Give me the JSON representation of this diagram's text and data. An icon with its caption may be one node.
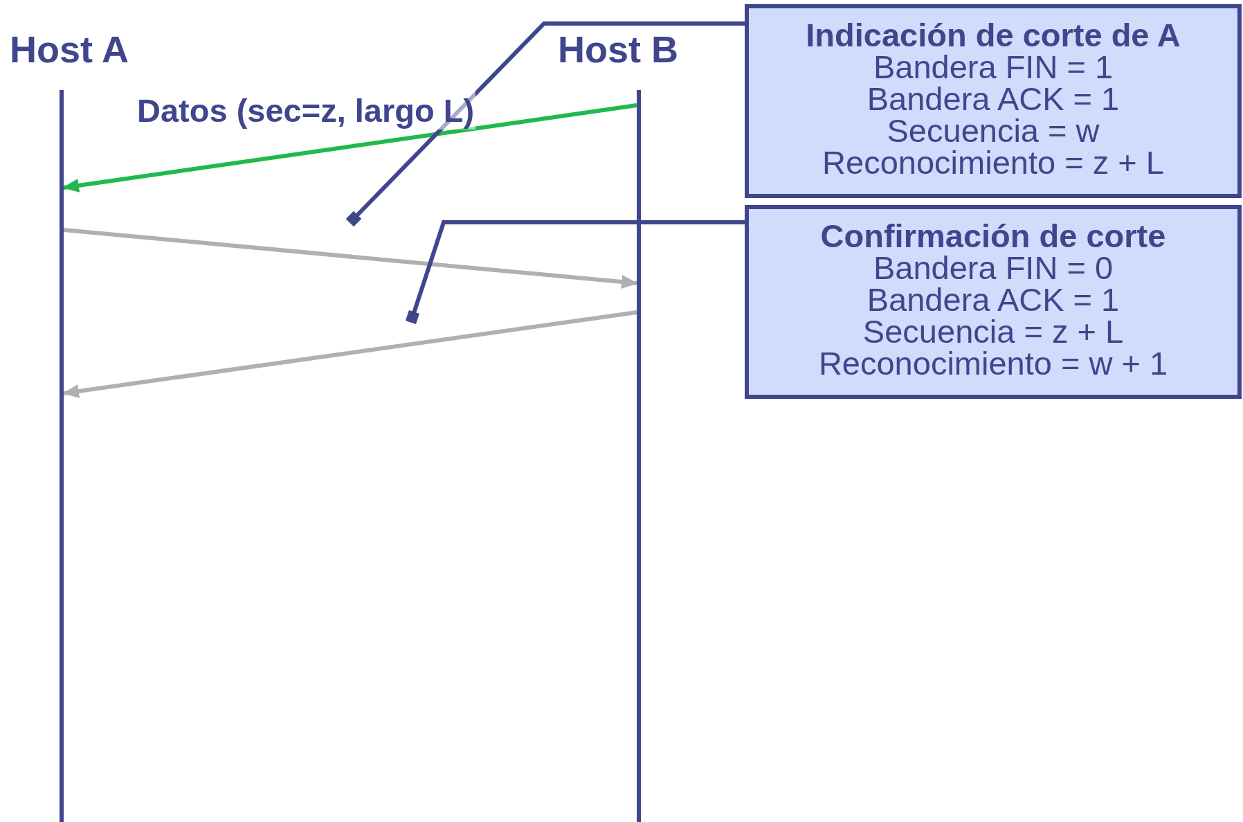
{
  "diagram": {
    "nodes": [
      {
        "text": [
          "Host A"
        ]
      },
      {
        "text": [
          "Host B"
        ]
      },
      {
        "text": [],
        "shape": "bar"
      },
      {
        "text": [],
        "shape": "bar"
      },
      {
        "text": [
          "Indicación de corte de A",
          "Bandera FIN = 1",
          "Bandera ACK = 1",
          "Secuencia = w",
          "Reconocimiento = z + L"
        ]
      },
      {
        "text": [
          "Confirmación de corte",
          "Bandera FIN = 0",
          "Bandera ACK = 1",
          "Secuencia = z + L",
          "Reconocimiento = w + 1"
        ]
      }
    ],
    "edges": [
      {
        "from": 3,
        "to": 2,
        "arrow": "to",
        "label": "Datos (sec=z, largo L)",
        "color": "#22b84f"
      },
      {
        "from": 2,
        "to": 3,
        "arrow": "to",
        "color": "#b0b0b0"
      },
      {
        "from": 3,
        "to": 2,
        "arrow": "to",
        "color": "#b0b0b0"
      },
      {
        "from": 4,
        "to": null,
        "arrow": "other",
        "color": "#3f468c"
      },
      {
        "from": 5,
        "to": null,
        "arrow": "other",
        "color": "#3f468c"
      }
    ]
  }
}
